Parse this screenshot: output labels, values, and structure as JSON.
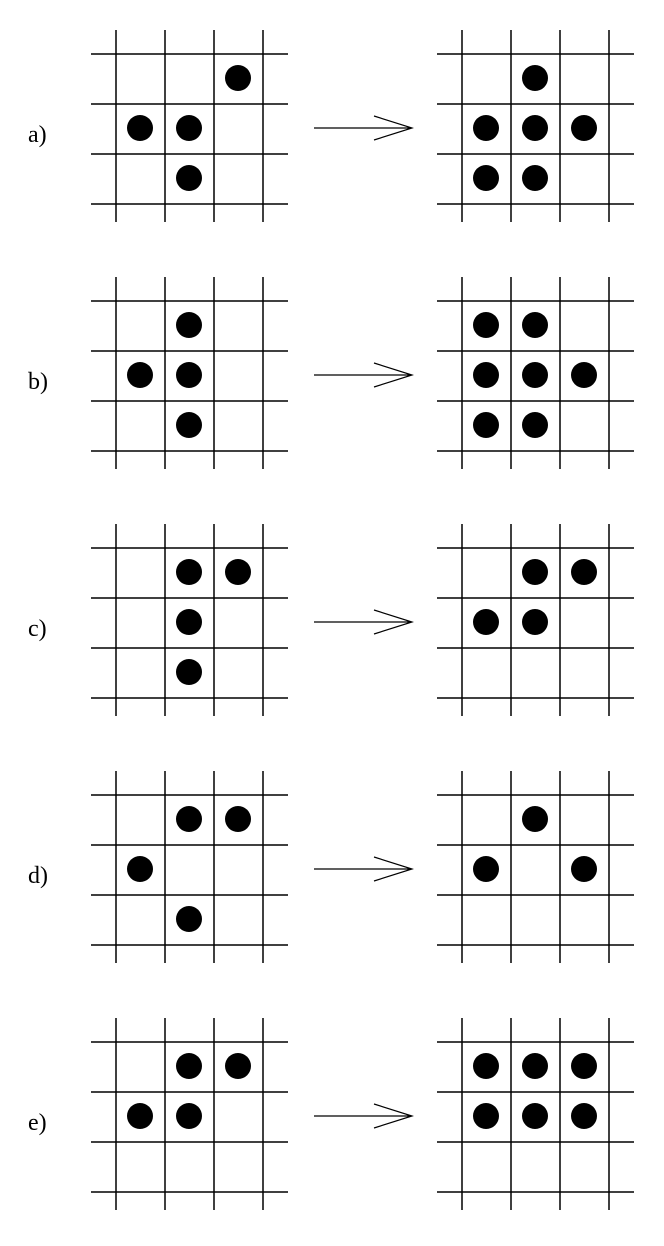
{
  "rows": [
    {
      "label": "a)",
      "before": [
        [
          0,
          2
        ],
        [
          1,
          0
        ],
        [
          1,
          1
        ],
        [
          2,
          1
        ]
      ],
      "after": [
        [
          0,
          1
        ],
        [
          1,
          0
        ],
        [
          1,
          1
        ],
        [
          1,
          2
        ],
        [
          2,
          0
        ],
        [
          2,
          1
        ]
      ]
    },
    {
      "label": "b)",
      "before": [
        [
          0,
          1
        ],
        [
          1,
          0
        ],
        [
          1,
          1
        ],
        [
          2,
          1
        ]
      ],
      "after": [
        [
          0,
          0
        ],
        [
          0,
          1
        ],
        [
          1,
          0
        ],
        [
          1,
          1
        ],
        [
          1,
          2
        ],
        [
          2,
          0
        ],
        [
          2,
          1
        ]
      ]
    },
    {
      "label": "c)",
      "before": [
        [
          0,
          1
        ],
        [
          0,
          2
        ],
        [
          1,
          1
        ],
        [
          2,
          1
        ]
      ],
      "after": [
        [
          0,
          1
        ],
        [
          0,
          2
        ],
        [
          1,
          0
        ],
        [
          1,
          1
        ]
      ]
    },
    {
      "label": "d)",
      "before": [
        [
          0,
          1
        ],
        [
          0,
          2
        ],
        [
          1,
          0
        ],
        [
          2,
          1
        ]
      ],
      "after": [
        [
          0,
          1
        ],
        [
          1,
          0
        ],
        [
          1,
          2
        ]
      ]
    },
    {
      "label": "e)",
      "before": [
        [
          0,
          1
        ],
        [
          0,
          2
        ],
        [
          1,
          0
        ],
        [
          1,
          1
        ]
      ],
      "after": [
        [
          0,
          0
        ],
        [
          0,
          1
        ],
        [
          0,
          2
        ],
        [
          1,
          0
        ],
        [
          1,
          1
        ],
        [
          1,
          2
        ]
      ]
    }
  ]
}
